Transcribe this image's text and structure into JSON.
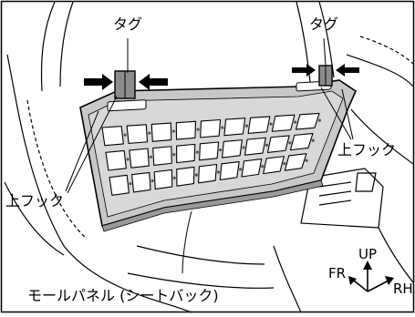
{
  "diagram": {
    "labels": {
      "tag_left": "タグ",
      "tag_right": "タグ",
      "upper_hook_left": "上フック",
      "upper_hook_right": "上フック",
      "molle_panel": "モールパネル (シートバック)"
    },
    "direction_indicator": {
      "up": "UP",
      "front": "FR",
      "right": "RH"
    },
    "panel_grid": {
      "rows": 3,
      "columns": 9
    }
  }
}
